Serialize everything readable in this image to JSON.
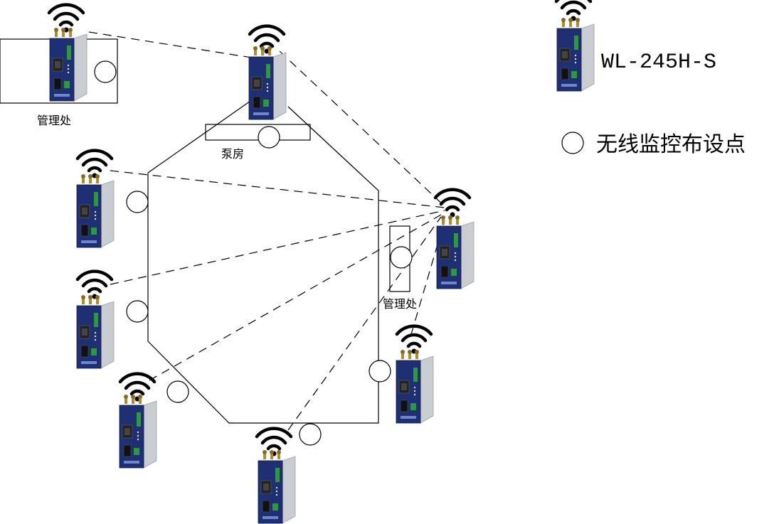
{
  "labels": {
    "admin_office_top": "管理处",
    "pump_house": "泵房",
    "admin_office_right": "管理处"
  },
  "legend": {
    "device_model": "WL-245H-S",
    "monitor_point": "无线监控布设点"
  },
  "colors": {
    "router_body": "#1f2f73",
    "router_side": "#c9cdd2",
    "antenna": "#b38a2e",
    "wifi": "#000000",
    "line": "#000000"
  },
  "icons": [
    "wifi-icon",
    "router-icon",
    "monitor-point-icon"
  ]
}
